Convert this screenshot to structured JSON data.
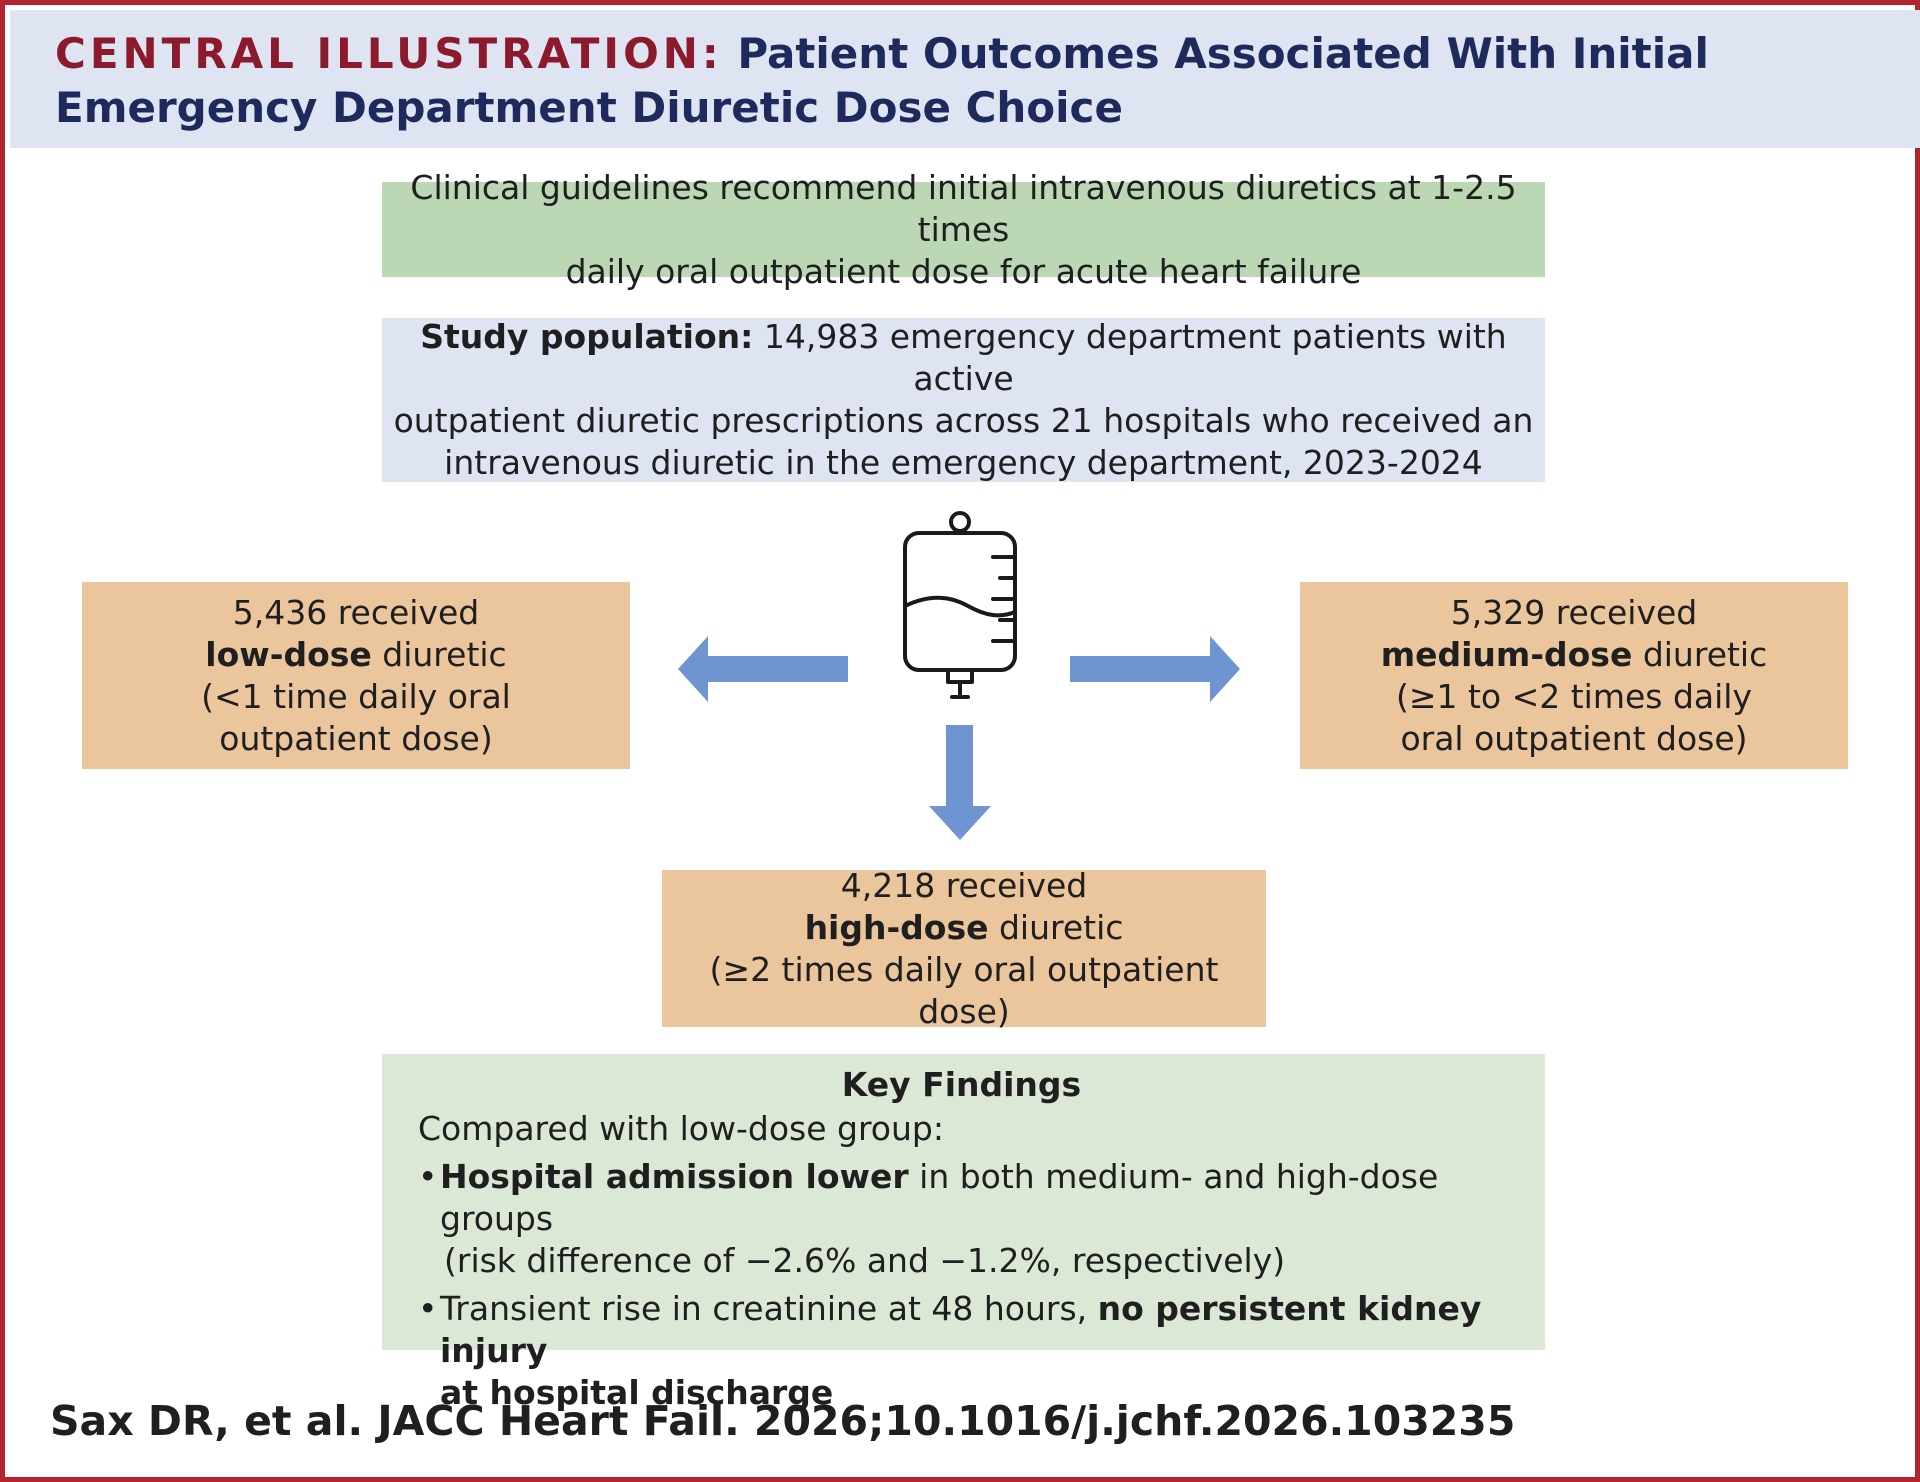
{
  "header": {
    "title_lead": "CENTRAL ILLUSTRATION:",
    "title_rest": " Patient Outcomes Associated With Initial Emergency Department Diuretic Dose Choice"
  },
  "guidelines": {
    "line1": "Clinical guidelines recommend initial intravenous diuretics at 1-2.5 times",
    "line2": "daily oral outpatient dose for acute heart failure"
  },
  "population": {
    "label": "Study population:",
    "line1_rest": " 14,983 emergency department patients with active",
    "line2": "outpatient diuretic prescriptions across 21 hospitals who received an",
    "line3": "intravenous diuretic in the emergency department, 2023-2024"
  },
  "low_dose": {
    "count_line": "5,436 received",
    "dose_bold": "low-dose",
    "dose_rest": " diuretic",
    "range_line1": "(<1 time daily oral",
    "range_line2": "outpatient dose)"
  },
  "medium_dose": {
    "count_line": "5,329 received",
    "dose_bold": "medium-dose",
    "dose_rest": " diuretic",
    "range_line1": "(≥1 to <2 times daily",
    "range_line2": "oral outpatient dose)"
  },
  "high_dose": {
    "count_line": "4,218 received",
    "dose_bold": "high-dose",
    "dose_rest": " diuretic",
    "range_line1": "(≥2 times daily oral outpatient dose)"
  },
  "findings": {
    "title": "Key Findings",
    "intro": "Compared with low-dose group:",
    "bullet_char": "•",
    "b1_bold": "Hospital admission lower",
    "b1_rest": " in both medium- and high-dose groups",
    "b1_line2": "(risk difference of −2.6% and −1.2%, respectively)",
    "b2_rest": "Transient rise in creatinine at 48 hours, ",
    "b2_bold1": "no persistent kidney injury",
    "b2_bold2": "at hospital discharge"
  },
  "citation": "Sax DR, et al. JACC Heart Fail. 2026;10.1016/j.jchf.2026.103235",
  "colors": {
    "frame_border": "#b3252e",
    "title_lead": "#8b1a2c",
    "title_rest": "#1f2a5c",
    "arrow": "#6f95d0",
    "tan_box": "#ebc59b",
    "green_box": "#bbd7b3",
    "blue_box": "#dfe4f3",
    "findings_box": "#dbe8d6"
  },
  "icons": {
    "center": "iv-bag-icon",
    "left_arrow": "arrow-left-icon",
    "right_arrow": "arrow-right-icon",
    "down_arrow": "arrow-down-icon"
  }
}
